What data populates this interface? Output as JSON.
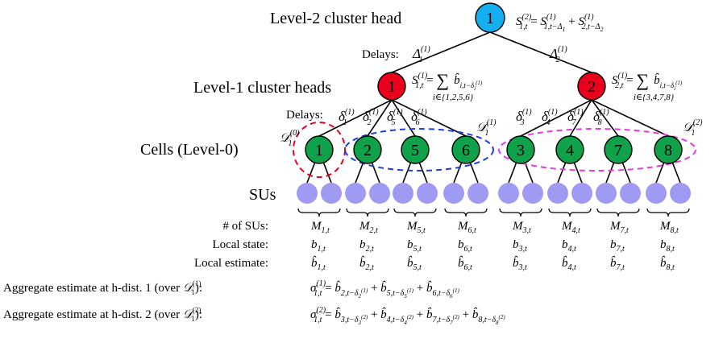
{
  "colors": {
    "level2": "#14aff0",
    "level1": "#e8001c",
    "cell": "#10a24a",
    "su": "#9f9af2",
    "d0": "#e8001c",
    "d1": "#1f3fd8",
    "d2": "#e839e0"
  },
  "labels": {
    "level2": "Level-2 cluster head",
    "level1": "Level-1 cluster heads",
    "cells": "Cells (Level-0)",
    "sus": "SUs",
    "delays_top": "Delays:",
    "delays_mid": "Delays:"
  },
  "root": {
    "label": "1",
    "formula": "S(2)1,t = S(1)1,t−Δ1 + S(1)2,t−Δ2"
  },
  "top_delays": [
    "Δ(1)1",
    "Δ(1)2"
  ],
  "heads": [
    {
      "label": "1",
      "formula": "S(1)1,t = Σ i∈{1,2,5,6} b̂ i,t−δi(1)"
    },
    {
      "label": "2",
      "formula": "S(1)2,t = Σ i∈{3,4,7,8} b̂ i,t−δi(1)"
    }
  ],
  "cell_delays": [
    "δ(1)1",
    "δ(1)2",
    "δ(1)5",
    "δ(1)6",
    "δ(1)3",
    "δ(1)4",
    "δ(1)7",
    "δ(1)8"
  ],
  "cells": [
    "1",
    "2",
    "5",
    "6",
    "3",
    "4",
    "7",
    "8"
  ],
  "sets": [
    "D(0)1",
    "D(1)1",
    "D(2)1"
  ],
  "rows": [
    {
      "label": "# of SUs:",
      "values": [
        "M1,t",
        "M2,t",
        "M5,t",
        "M6,t",
        "M3,t",
        "M4,t",
        "M7,t",
        "M8,t"
      ]
    },
    {
      "label": "Local state:",
      "values": [
        "b1,t",
        "b2,t",
        "b5,t",
        "b6,t",
        "b3,t",
        "b4,t",
        "b7,t",
        "b8,t"
      ]
    },
    {
      "label": "Local estimate:",
      "values": [
        "b̂1,t",
        "b̂2,t",
        "b̂5,t",
        "b̂6,t",
        "b̂3,t",
        "b̂4,t",
        "b̂7,t",
        "b̂8,t"
      ]
    }
  ],
  "aggregates": [
    {
      "label": "Aggregate estimate at h-dist. 1 (over D(1)1):",
      "formula": "σ(1)1,t = b̂2,t−δ2(1) + b̂5,t−δ5(1) + b̂6,t−δ6(1)"
    },
    {
      "label": "Aggregate estimate at h-dist. 2 (over D(2)1):",
      "formula": "σ(2)1,t = b̂3,t−δ3(2) + b̂4,t−δ4(2) + b̂7,t−δ7(2) + b̂8,t−δ8(2)"
    }
  ]
}
